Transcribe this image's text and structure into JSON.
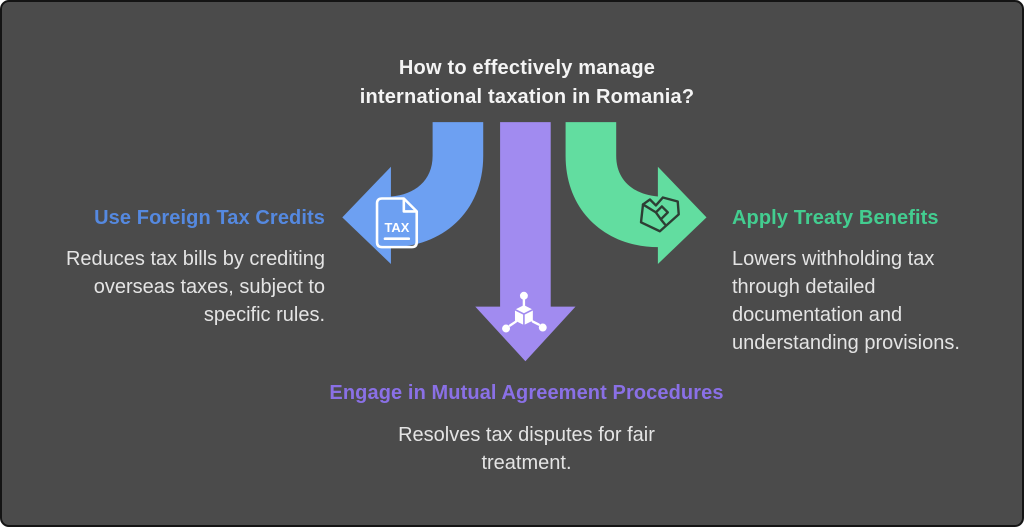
{
  "frame": {
    "background": "#4b4b4b",
    "border_color": "#141414",
    "outside_color": "#ffffff"
  },
  "title": {
    "lines": [
      "How to effectively manage",
      "international taxation in Romania?"
    ],
    "color": "#f4f4f4"
  },
  "text_color": "#e4e4e4",
  "branches": {
    "left": {
      "heading": "Use Foreign Tax Credits",
      "heading_color": "#5589e0",
      "arrow_color": "#6da0f2",
      "arrow_direction": "curves-down-left",
      "icon": "tax-document-icon",
      "icon_label": "TAX",
      "icon_color": "#ffffff",
      "description_lines": [
        "Reduces tax bills by crediting",
        "overseas taxes, subject to",
        "specific rules."
      ]
    },
    "center": {
      "heading": "Engage in Mutual Agreement Procedures",
      "heading_color": "#8a70e6",
      "arrow_color": "#a18bf0",
      "arrow_direction": "straight-down",
      "icon": "network-cube-icon",
      "icon_color": "#ffffff",
      "description_lines": [
        "Resolves tax disputes for fair",
        "treatment."
      ]
    },
    "right": {
      "heading": "Apply Treaty Benefits",
      "heading_color": "#43cd90",
      "arrow_color": "#62dda0",
      "arrow_direction": "curves-down-right",
      "icon": "handshake-icon",
      "icon_color": "#2d3e34",
      "description_lines": [
        "Lowers withholding tax",
        "through detailed",
        "documentation and",
        "understanding provisions."
      ]
    }
  }
}
